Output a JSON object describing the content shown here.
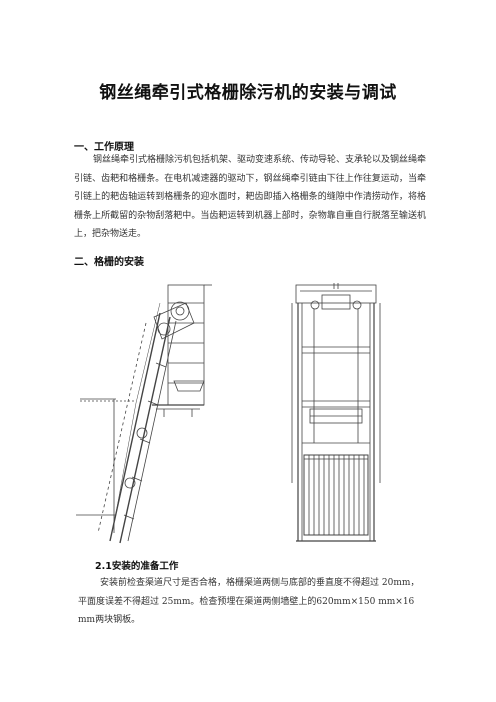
{
  "document": {
    "title": "钢丝绳牵引式格栅除污机的安装与调试",
    "section1": {
      "heading": "一、工作原理",
      "paragraph": "钢丝绳牵引式格栅除污机包括机架、驱动变速系统、传动导轮、支承轮以及钢丝绳牵引链、齿耙和格栅条。在电机减速器的驱动下，钢丝绳牵引链由下往上作往复运动，当牵引链上的耙齿轴运转到格栅条的迎水面时，耙齿即插入格栅条的缝隙中作清捞动作，将格栅条上所截留的杂物刮落耙中。当齿耙运转到机器上部时，杂物靠自重自行脱落至输送机上，把杂物送走。"
    },
    "section2": {
      "heading": "二、格栅的安装"
    },
    "subsection21": {
      "heading": "2.1安装的准备工作",
      "paragraph": "安装前检查渠道尺寸是否合格，格栅渠道两侧与底部的垂直度不得超过 20mm，平面度误差不得超过 25mm。检查预埋在渠道两侧墙壁上的620mm×150 mm×16 mm两块钢板。"
    }
  }
}
